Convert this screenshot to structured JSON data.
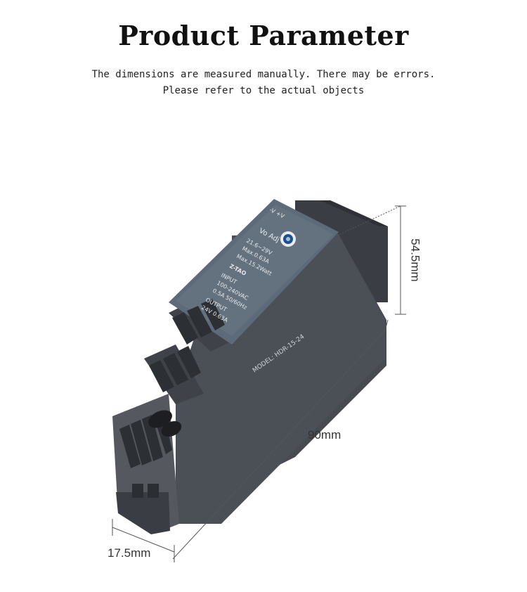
{
  "header": {
    "title": "Product Parameter",
    "note_line1": "The dimensions are measured manually. There may be errors.",
    "note_line2": "Please refer to the actual objects"
  },
  "dimensions": {
    "height": "54.5mm",
    "length": "90mm",
    "width": "17.5mm"
  },
  "product_label": {
    "top_terminals": "-V  +V",
    "adj": "Vo Adj",
    "output_range": "21.6~29V",
    "max_current": "Max.0.63A",
    "max_power": "Max.15.2Watt",
    "brand": "Z-TAO",
    "input_title": "INPUT",
    "input_voltage": "100-240VAC",
    "input_current": "0.5A 50/60Hz",
    "output_title": "OUTPUT",
    "output_value": "24V 0.63A",
    "model": "MODEL: HDR-15-24"
  },
  "colors": {
    "body": "#50555c",
    "body_dark": "#3c4046",
    "label": "#5f6d7d",
    "knob": "#1e4f8a"
  }
}
